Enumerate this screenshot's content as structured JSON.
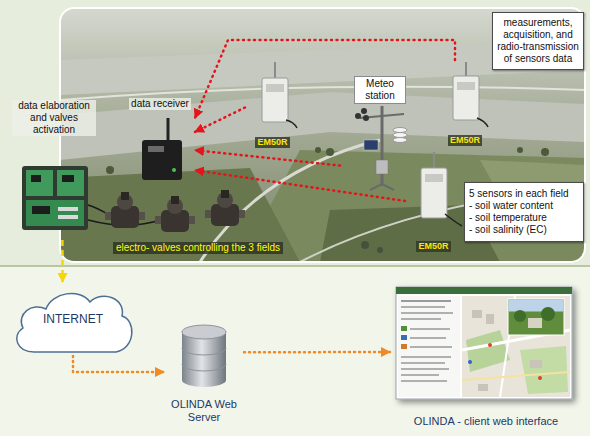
{
  "diagram": {
    "nodes": [
      {
        "text": [
          "data elaboration and valves activation"
        ]
      },
      {
        "text": [
          "data receiver"
        ]
      },
      {
        "text": [
          "Meteo station"
        ]
      },
      {
        "text": [
          "measurements, acquisition, and radio-transmission of sensors data"
        ]
      },
      {
        "text": [
          "EM50R"
        ]
      },
      {
        "text": [
          "EM50R"
        ]
      },
      {
        "text": [
          "EM50R"
        ]
      },
      {
        "text": [
          "5 sensors in each field",
          "- soil water content",
          "- soil temperature",
          "- soil salinity (EC)"
        ]
      },
      {
        "text": [
          "electro- valves controlling the 3 fields"
        ]
      },
      {
        "text": [
          "INTERNET"
        ]
      },
      {
        "text": [
          "OLINDA Web Server"
        ]
      },
      {
        "text": [
          "OLINDA - client web interface"
        ]
      }
    ],
    "edges": [
      {
        "from": 4,
        "to": 1,
        "arrow": "to"
      },
      {
        "from": 2,
        "to": 1,
        "arrow": "to"
      },
      {
        "from": 5,
        "to": 1,
        "arrow": "to"
      },
      {
        "from": 6,
        "to": 1,
        "arrow": "to"
      },
      {
        "from": 0,
        "to": 9,
        "arrow": "to"
      },
      {
        "from": 9,
        "to": 10,
        "arrow": "to"
      },
      {
        "from": 10,
        "to": 11,
        "arrow": "to"
      }
    ]
  }
}
